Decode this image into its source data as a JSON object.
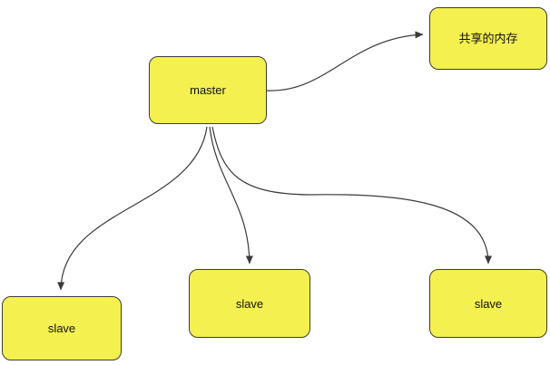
{
  "diagram": {
    "nodes": {
      "master": {
        "label": "master"
      },
      "shared_memory": {
        "label": "共享的内存"
      },
      "slave1": {
        "label": "slave"
      },
      "slave2": {
        "label": "slave"
      },
      "slave3": {
        "label": "slave"
      }
    },
    "edges": [
      {
        "from": "master",
        "to": "shared_memory"
      },
      {
        "from": "master",
        "to": "slave1"
      },
      {
        "from": "master",
        "to": "slave2"
      },
      {
        "from": "master",
        "to": "slave3"
      }
    ],
    "colors": {
      "node_fill": "#f4f04f",
      "node_border": "#3c3c3c",
      "edge": "#3a3a3a",
      "text": "#111111",
      "canvas": "#ffffff"
    }
  }
}
